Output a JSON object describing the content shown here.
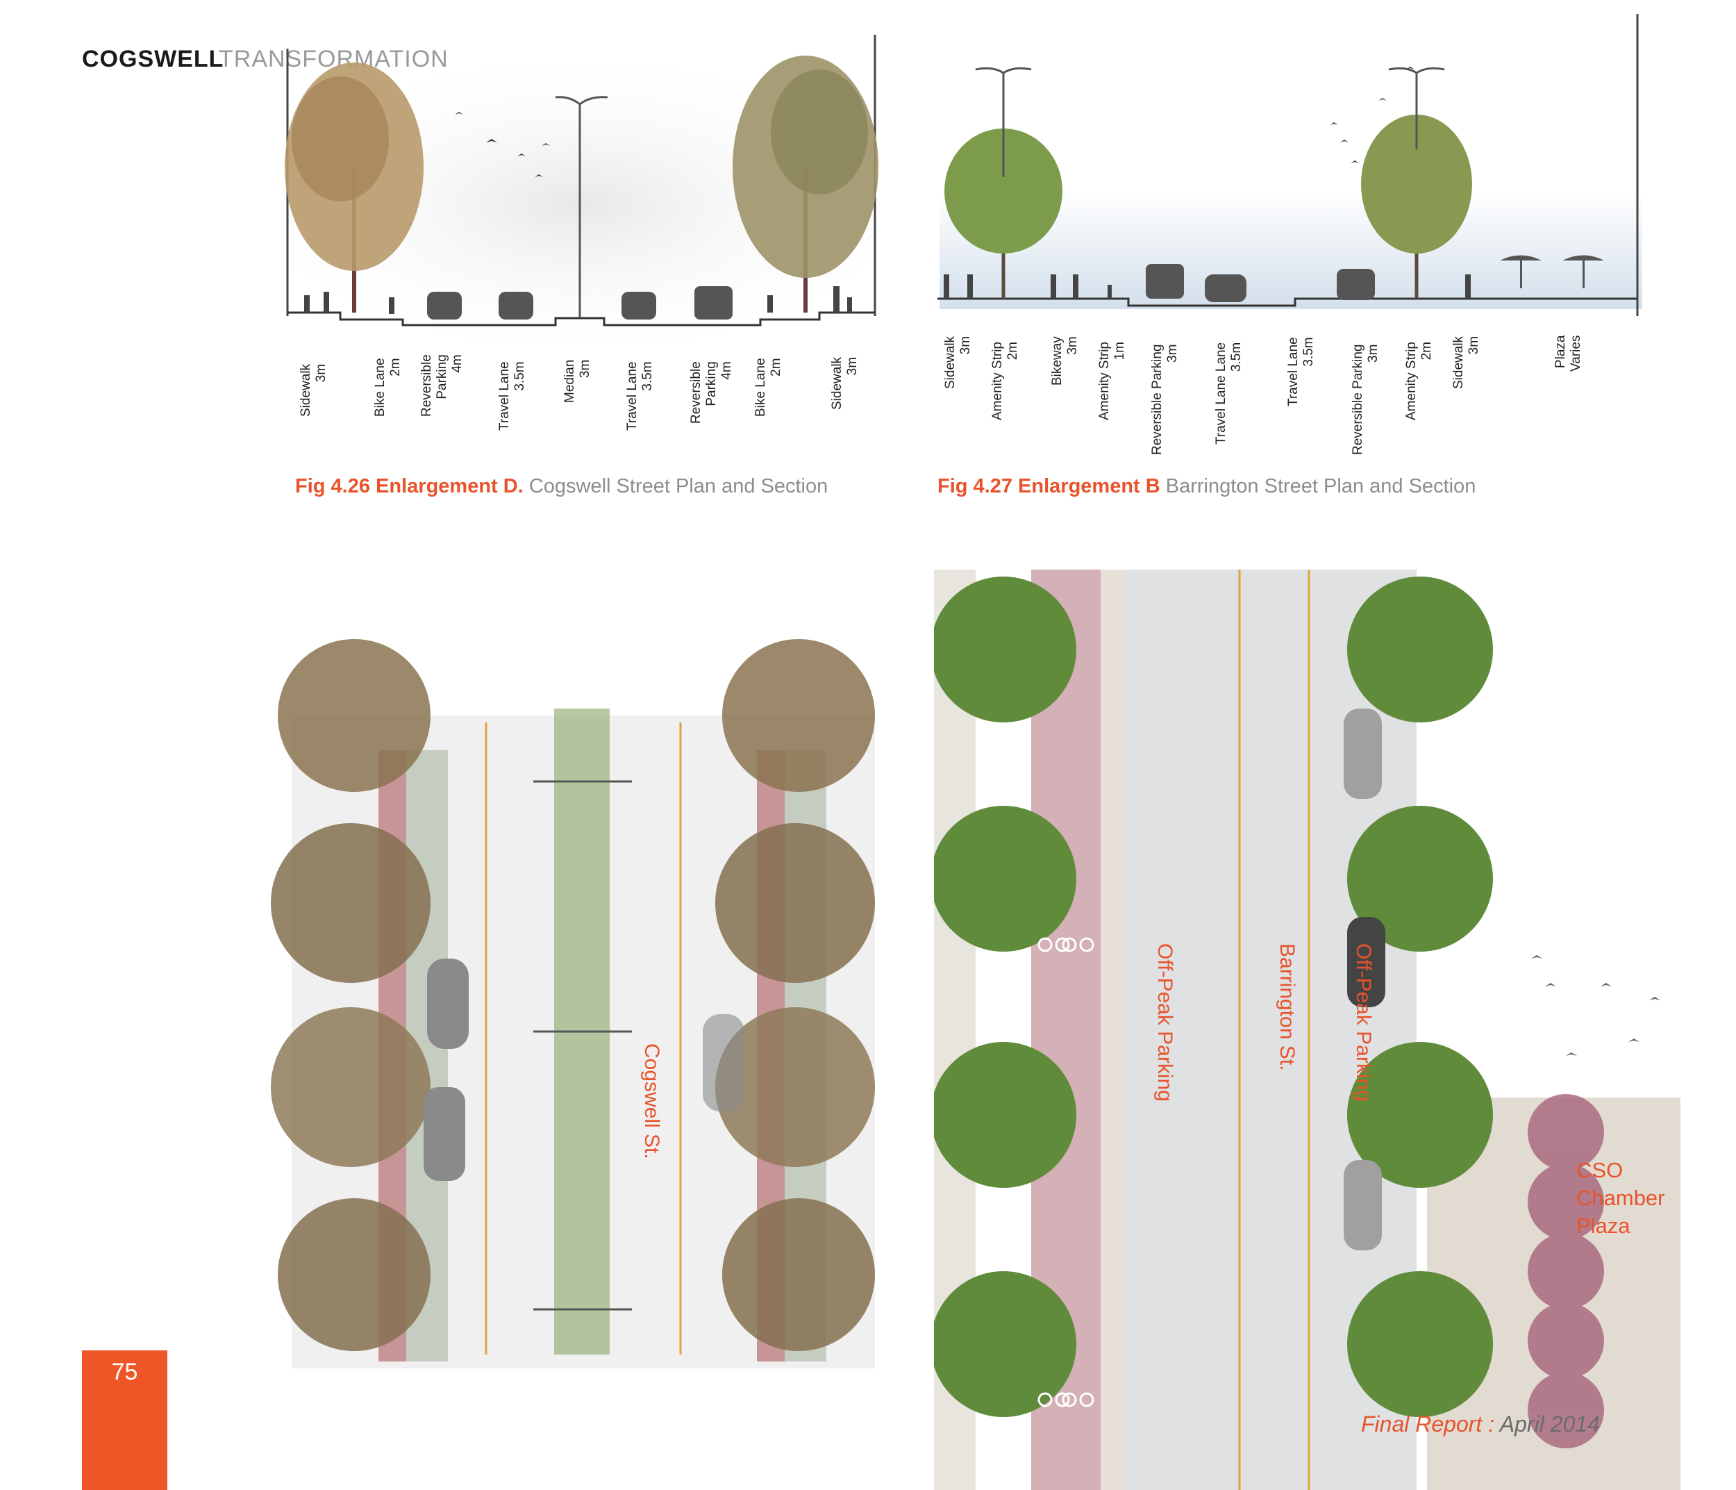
{
  "header": {
    "title_bold": "COGSWELL",
    "title_light": "TRANSFORMATION"
  },
  "fig_d": {
    "number": "Fig 4.26 Enlargement D.",
    "description": "Cogswell Street Plan and Section",
    "section_labels": [
      "Sidewalk\n3m",
      "Bike Lane\n2m",
      "Reversible\nParking\n4m",
      "Travel Lane\n3.5m",
      "Median\n3m",
      "Travel Lane\n3.5m",
      "Reversible\nParking\n4m",
      "Bike Lane\n2m",
      "Sidewalk\n3m"
    ],
    "street_label": "Cogswell St."
  },
  "fig_b": {
    "number": "Fig 4.27 Enlargement B",
    "description": "Barrington Street Plan and Section",
    "section_labels": [
      "Sidewalk\n3m",
      "Amenity Strip\n2m",
      "Bikeway\n3m",
      "Amenity Strip\n1m",
      "Reversible Parking\n3m",
      "Travel Lane Lane\n3.5m",
      "Travel Lane\n3.5m",
      "Reversible Parking\n3m",
      "Amenity Strip\n2m",
      "Sidewalk\n3m",
      "Plaza\nVaries"
    ],
    "parking_label_left": "Off-Peak Parking",
    "street_label": "Barrington St.",
    "parking_label_right": "Off-Peak Parking",
    "plaza_label": [
      "CSO",
      "Chamber",
      "Plaza"
    ]
  },
  "page_number": "75",
  "footer": {
    "report": "Final Report :",
    "date": "April 2014"
  },
  "colors": {
    "accent": "#e8532b",
    "page_box": "#ee5527"
  }
}
